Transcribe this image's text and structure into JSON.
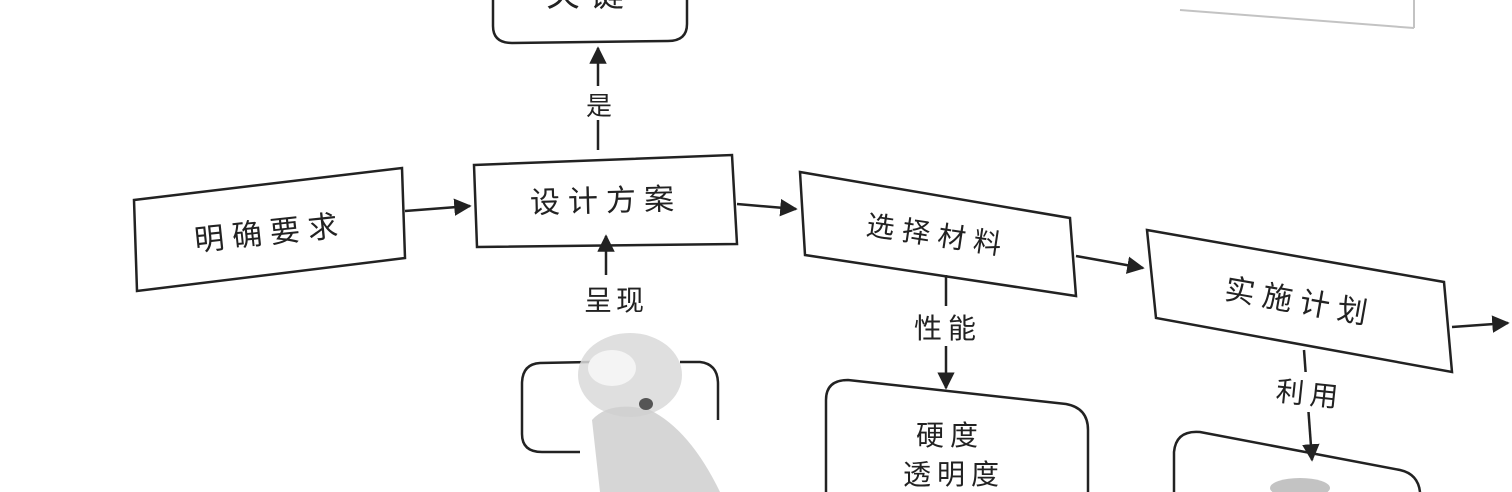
{
  "nodes": {
    "top_partial": "关键",
    "clarify_requirements": "明确要求",
    "design_plan": "设计方案",
    "select_materials": "选择材料",
    "implement_plan": "实施计划",
    "properties_line1": "硬度",
    "properties_line2": "透明度"
  },
  "edge_labels": {
    "yes": "是",
    "present": "呈现",
    "performance": "性能",
    "utilize": "利用"
  },
  "colors": {
    "ink": "#222222",
    "background": "#ffffff"
  }
}
